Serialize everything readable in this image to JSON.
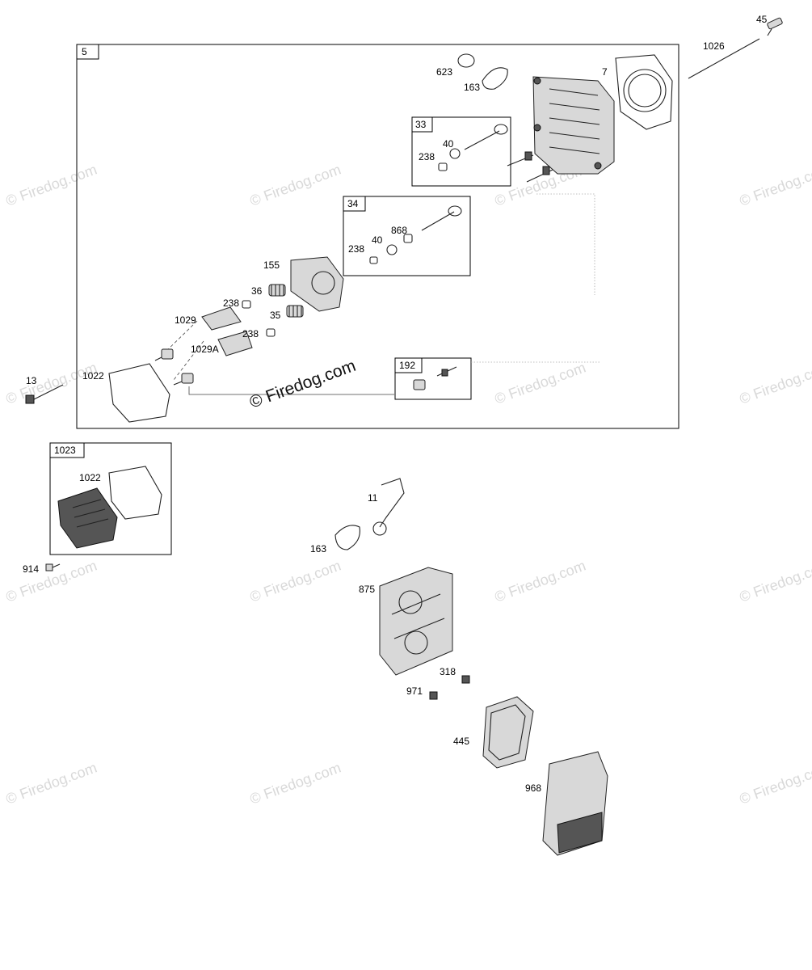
{
  "watermark": {
    "text": "© Firedog.com",
    "main_text": "© Firedog.com"
  },
  "boxes": {
    "b5": "5",
    "b33": "33",
    "b34": "34",
    "b192": "192",
    "b1023": "1023"
  },
  "labels": {
    "p45": "45",
    "p1026": "1026",
    "p623": "623",
    "p163a": "163",
    "p7": "7",
    "p40a": "40",
    "p238a": "238",
    "p868": "868",
    "p40b": "40",
    "p238b": "238",
    "p155": "155",
    "p36": "36",
    "p238c": "238",
    "p35": "35",
    "p1029": "1029",
    "p238d": "238",
    "p1029a": "1029A",
    "p1022a": "1022",
    "p13": "13",
    "p1022b": "1022",
    "p914": "914",
    "p11": "11",
    "p163b": "163",
    "p875": "875",
    "p318": "318",
    "p971": "971",
    "p445": "445",
    "p968": "968"
  }
}
